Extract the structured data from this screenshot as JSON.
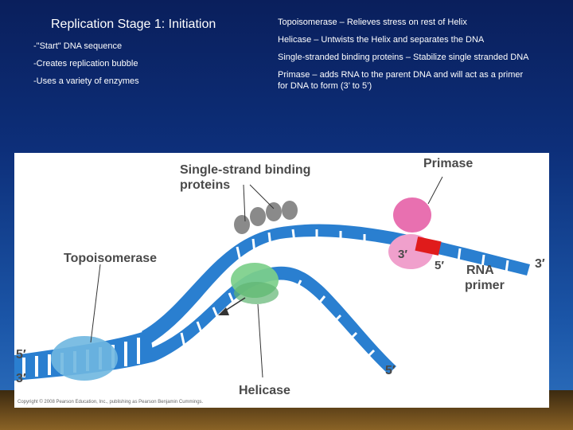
{
  "slide": {
    "title": "Replication Stage 1:  Initiation",
    "bullets": [
      "-\"Start\" DNA sequence",
      "-Creates replication bubble",
      "-Uses a variety of enzymes"
    ],
    "definitions": [
      "Topoisomerase – Relieves stress on rest of Helix",
      "Helicase – Untwists the Helix and separates the DNA",
      "Single-stranded binding proteins – Stabilize single stranded DNA",
      "Primase – adds RNA to the parent DNA and will act as a primer for DNA to form (3’ to 5’)"
    ]
  },
  "figure": {
    "labels": {
      "ssb_line1": "Single-strand binding",
      "ssb_line2": "proteins",
      "primase": "Primase",
      "topoisomerase": "Topoisomerase",
      "helicase": "Helicase",
      "rna_primer_line1": "RNA",
      "rna_primer_line2": "primer"
    },
    "ends": {
      "left_top": "5′",
      "left_bottom": "3′",
      "top_right": "3′",
      "bottom_right": "5′",
      "primer_3": "3′",
      "primer_5": "5′"
    },
    "copyright": "Copyright © 2008 Pearson Education, Inc., publishing as Pearson Benjamin Cummings.",
    "colors": {
      "dna": "#2a7fd0",
      "dna_dark": "#1e5fa8",
      "rungs": "#ffffff",
      "ssb": "#8a8a8a",
      "primase": "#e870b0",
      "helicase": "#7ccf8a",
      "topoisomerase": "#6fb7e0",
      "primer": "#e01b1b"
    }
  }
}
